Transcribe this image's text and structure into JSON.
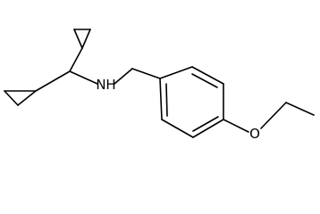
{
  "molecule": {
    "atoms": {
      "nitrogen": "N",
      "hydrogen": "H",
      "oxygen": "O"
    }
  },
  "colors": {
    "bond": "#000000",
    "background": "#ffffff"
  }
}
